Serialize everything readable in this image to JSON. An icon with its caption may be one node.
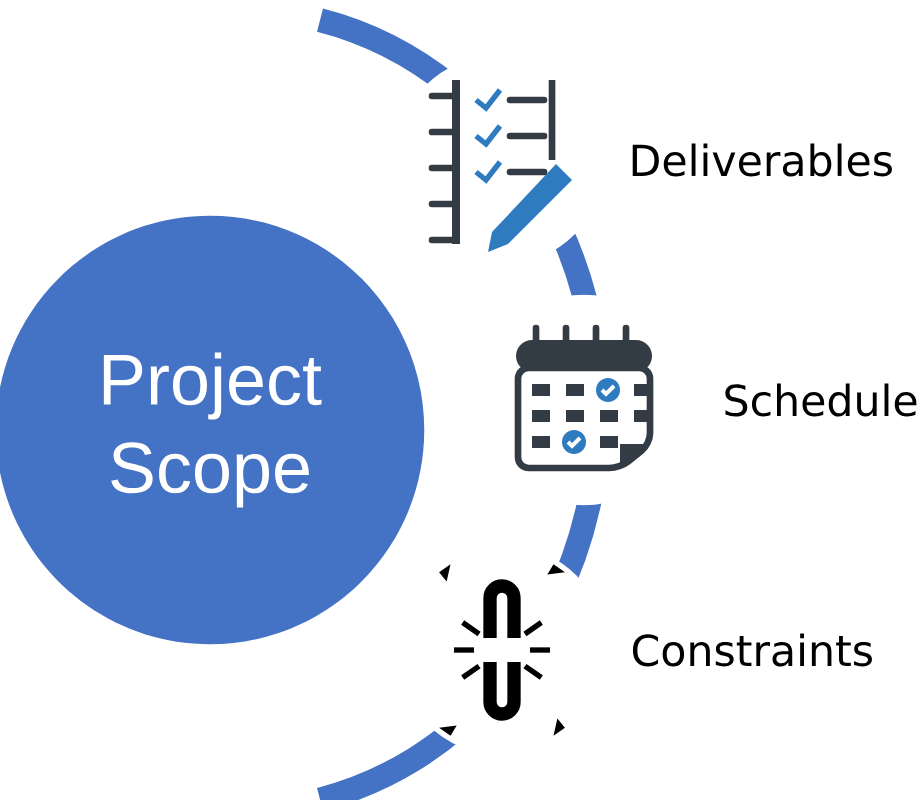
{
  "diagram": {
    "nodes": [
      {
        "text": [
          "Project Scope"
        ]
      },
      {
        "text": [],
        "shape": "picture",
        "beside": [
          "Deliverables"
        ]
      },
      {
        "text": [],
        "shape": "picture",
        "beside": [
          "Schedule"
        ]
      },
      {
        "text": [],
        "shape": "picture",
        "beside": [
          "Constraints"
        ]
      }
    ]
  }
}
